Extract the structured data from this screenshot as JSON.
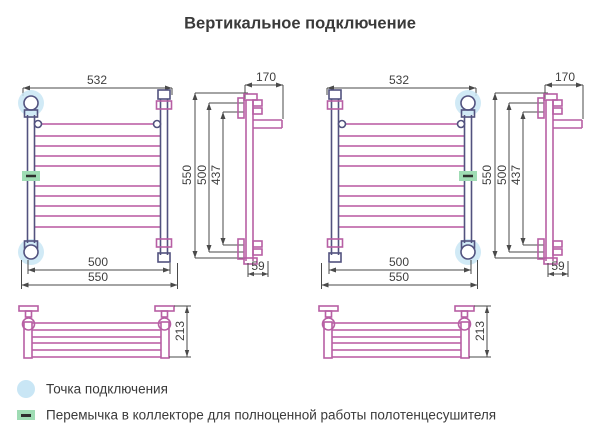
{
  "title": "Вертикальное подключение",
  "dims": {
    "front_top": "532",
    "front_inner": "500",
    "front_outer": "550",
    "height_outer": "550",
    "height_inner": "500",
    "height_mount": "437",
    "side_depth": "170",
    "side_offset": "59",
    "top_depth": "213"
  },
  "legend": {
    "connection_point": "Точка подключения",
    "jumper": "Перемычка в коллекторе для полноценной работы полотенцесушителя"
  },
  "colors": {
    "text": "#3a3a3a",
    "dim_gray": "#4a4a4a",
    "outline_purple": "#52527f",
    "pipe_magenta": "#b75fa4",
    "rung_pink": "#c36fae",
    "halo_blue": "#c9e6f5",
    "jumper_green": "#9fdcb4"
  }
}
